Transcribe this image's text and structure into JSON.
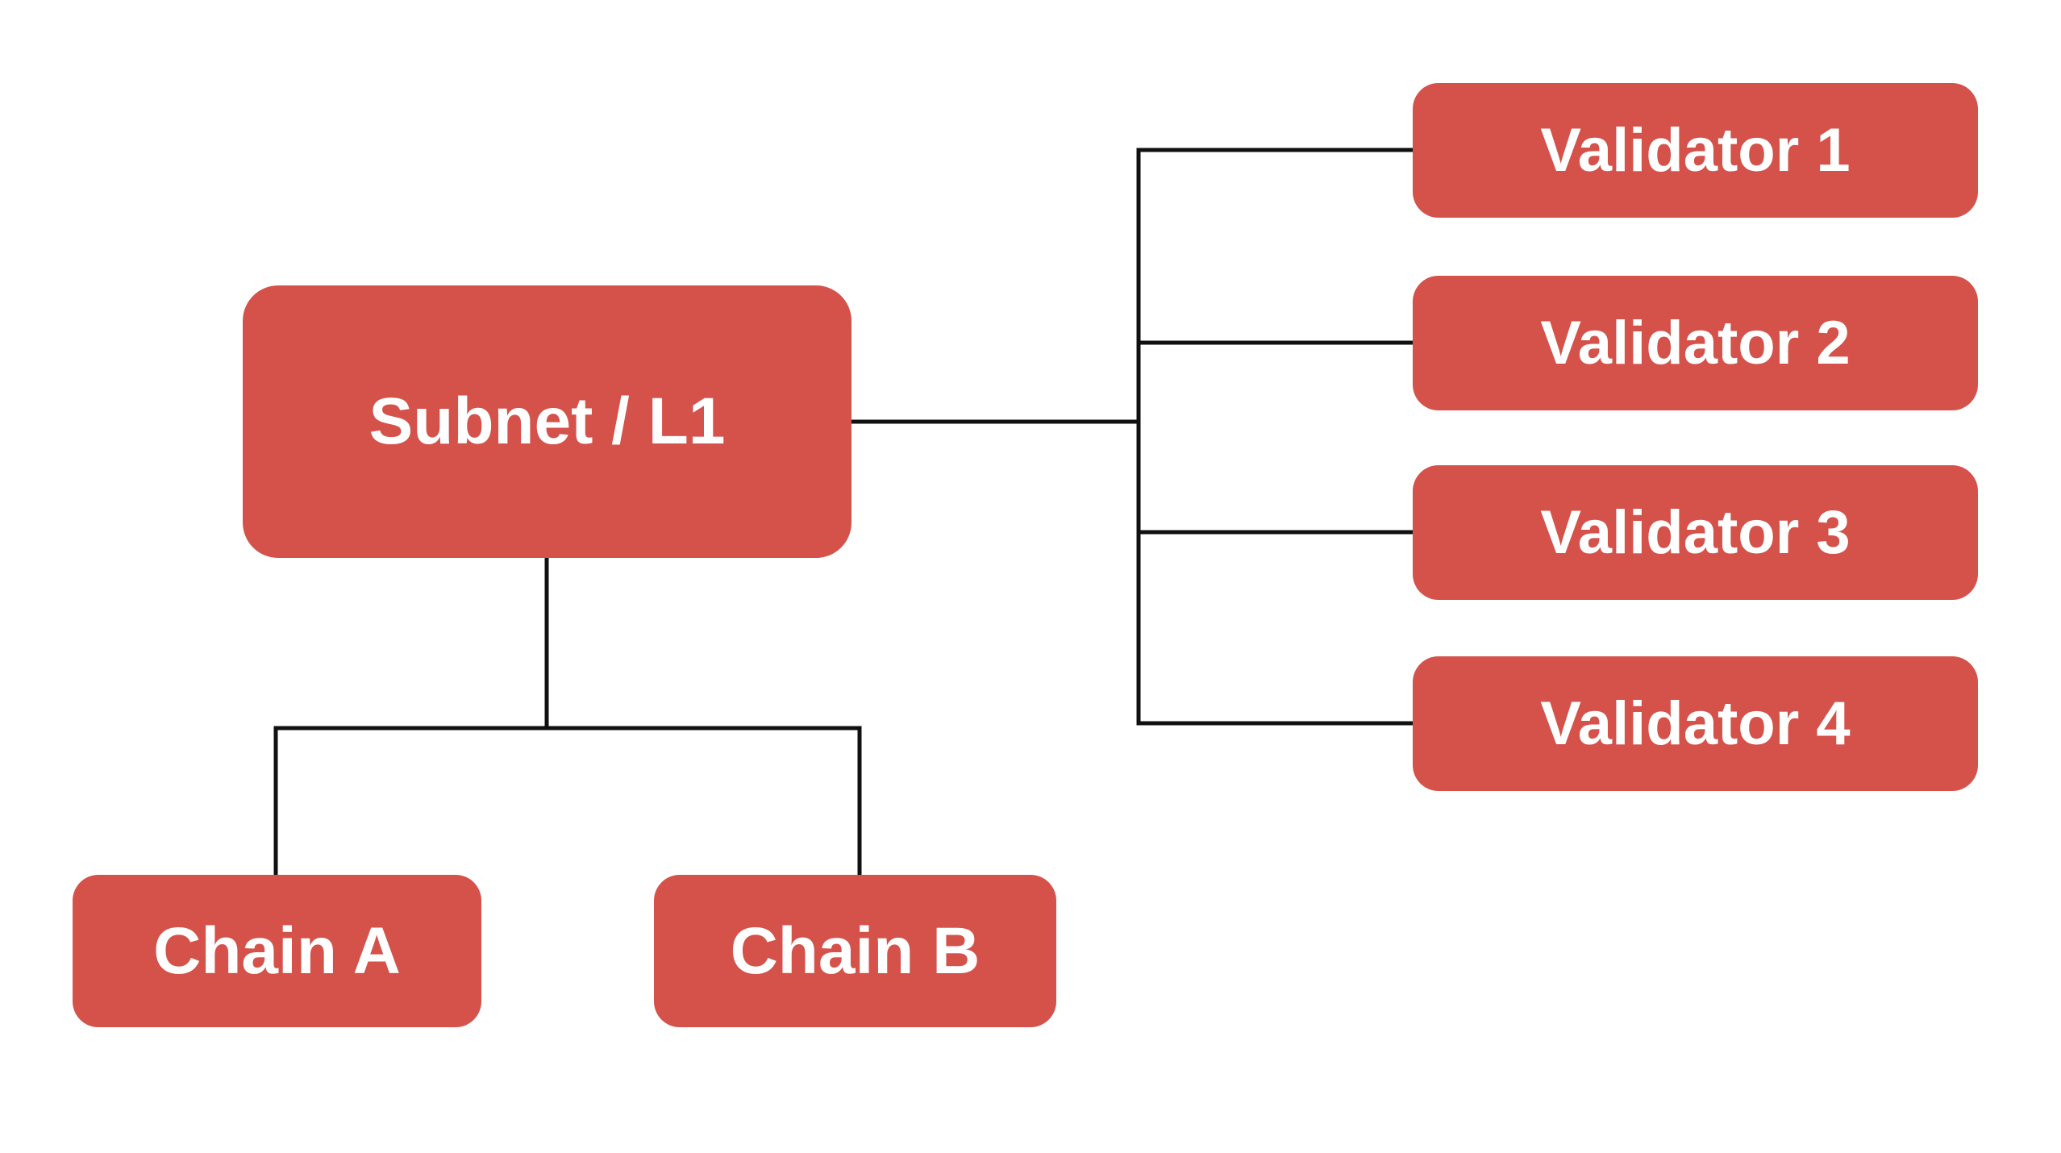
{
  "diagram": {
    "nodes": {
      "subnet": {
        "label": "Subnet / L1"
      },
      "validators": [
        {
          "label": "Validator 1"
        },
        {
          "label": "Validator 2"
        },
        {
          "label": "Validator 3"
        },
        {
          "label": "Validator 4"
        }
      ],
      "chains": [
        {
          "label": "Chain A"
        },
        {
          "label": "Chain B"
        }
      ]
    },
    "edges": [
      {
        "from": "Subnet / L1",
        "to": "Validator 1"
      },
      {
        "from": "Subnet / L1",
        "to": "Validator 2"
      },
      {
        "from": "Subnet / L1",
        "to": "Validator 3"
      },
      {
        "from": "Subnet / L1",
        "to": "Validator 4"
      },
      {
        "from": "Subnet / L1",
        "to": "Chain A"
      },
      {
        "from": "Subnet / L1",
        "to": "Chain B"
      }
    ],
    "colors": {
      "node_fill": "#D5524B",
      "node_text": "#FFFFFF",
      "connector": "#101010",
      "background": "#FFFFFF"
    }
  }
}
